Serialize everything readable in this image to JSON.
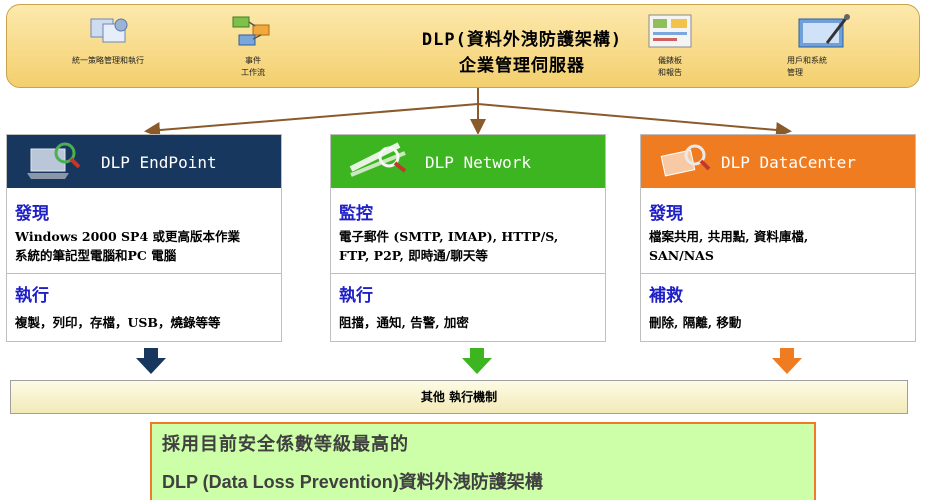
{
  "server": {
    "title_line1": "DLP(資料外洩防護架構)",
    "title_line2": "企業管理伺服器",
    "features": [
      {
        "icon": "policy-icon",
        "label": "統一策略管理和執行"
      },
      {
        "icon": "workflow-icon",
        "label_line1": "事件",
        "label_line2": "工作流"
      },
      {
        "icon": "dashboard-icon",
        "label_line1": "儀錶板",
        "label_line2": "和報告"
      },
      {
        "icon": "user-admin-icon",
        "label_line1": "用戶和系統",
        "label_line2": "管理"
      }
    ]
  },
  "columns": [
    {
      "header": "DLP EndPoint",
      "color": "#17375e",
      "icon": "laptop-magnifier-icon",
      "section1_title": "發現",
      "section1_lines": [
        "Windows 2000 SP4 或更高版本作業",
        "系統的筆記型電腦和PC 電腦"
      ],
      "section2_title": "執行",
      "section2_lines": [
        "複製，列印，存檔，USB，燒錄等等"
      ]
    },
    {
      "header": "DLP Network",
      "color": "#3cb521",
      "icon": "network-magnifier-icon",
      "section1_title": "監控",
      "section1_lines": [
        "電子郵件 (SMTP, IMAP), HTTP/S,",
        "FTP, P2P, 即時通/聊天等"
      ],
      "section2_title": "執行",
      "section2_lines": [
        "阻擋，通知, 告警, 加密"
      ]
    },
    {
      "header": "DLP DataCenter",
      "color": "#f07c21",
      "icon": "datacenter-magnifier-icon",
      "section1_title": "發現",
      "section1_lines": [
        "檔案共用, 共用點, 資料庫檔,",
        "SAN/NAS"
      ],
      "section2_title": "補救",
      "section2_lines": [
        "刪除, 隔離, 移動"
      ]
    }
  ],
  "other_mechanism": "其他 執行機制",
  "highlight": {
    "line1": "採用目前安全係數等級最高的",
    "line2": "DLP (Data Loss Prevention)資料外洩防護架構"
  }
}
